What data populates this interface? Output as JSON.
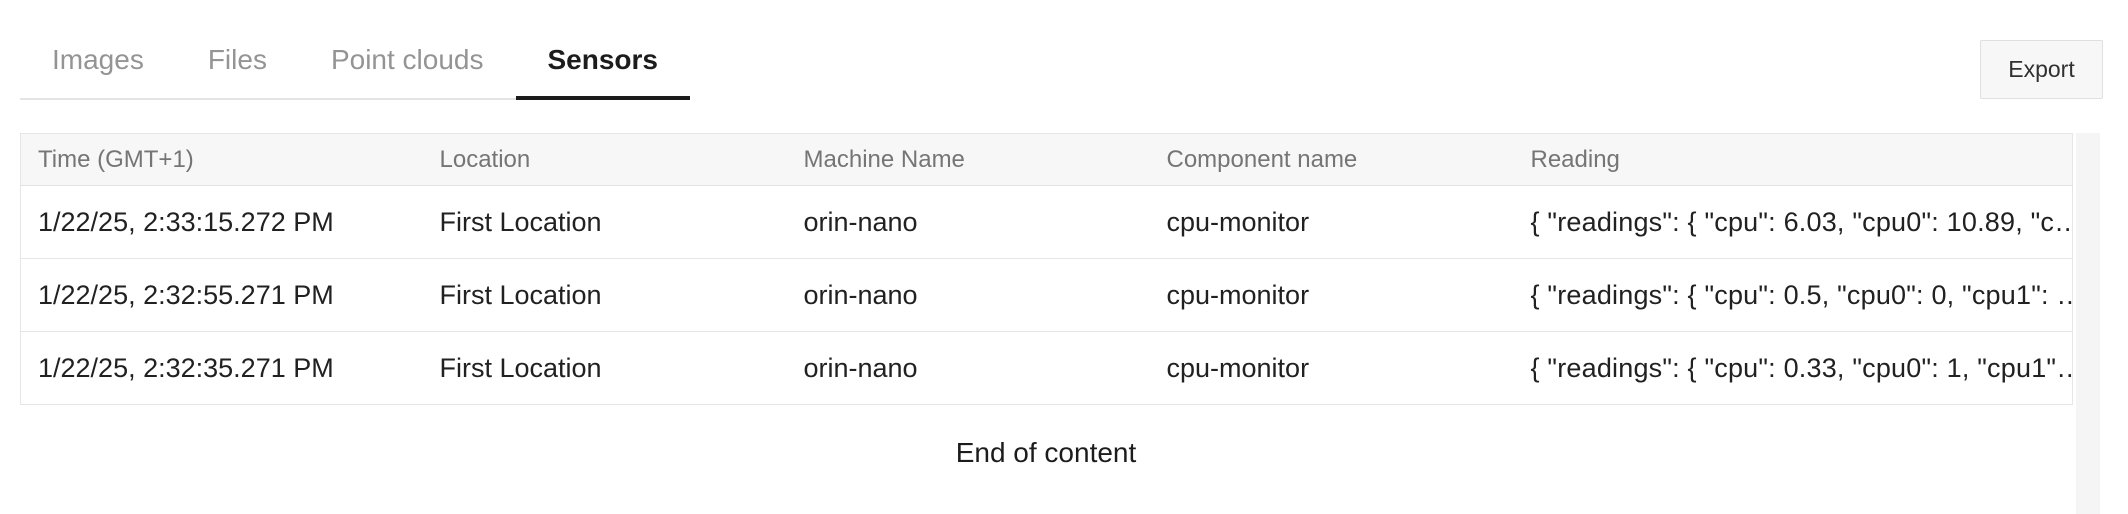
{
  "tabs": {
    "items": [
      {
        "label": "Images",
        "active": false
      },
      {
        "label": "Files",
        "active": false
      },
      {
        "label": "Point clouds",
        "active": false
      },
      {
        "label": "Sensors",
        "active": true
      }
    ]
  },
  "toolbar": {
    "export_label": "Export"
  },
  "table": {
    "columns": [
      "Time (GMT+1)",
      "Location",
      "Machine Name",
      "Component name",
      "Reading"
    ],
    "rows": [
      {
        "time": "1/22/25, 2:33:15.272 PM",
        "location": "First Location",
        "machine": "orin-nano",
        "component": "cpu-monitor",
        "reading": "{ \"readings\": { \"cpu\": 6.03, \"cpu0\": 10.89, \"c…"
      },
      {
        "time": "1/22/25, 2:32:55.271 PM",
        "location": "First Location",
        "machine": "orin-nano",
        "component": "cpu-monitor",
        "reading": "{ \"readings\": { \"cpu\": 0.5, \"cpu0\": 0, \"cpu1\": …"
      },
      {
        "time": "1/22/25, 2:32:35.271 PM",
        "location": "First Location",
        "machine": "orin-nano",
        "component": "cpu-monitor",
        "reading": "{ \"readings\": { \"cpu\": 0.33, \"cpu0\": 1, \"cpu1\"…"
      }
    ]
  },
  "footer": {
    "end_message": "End of content"
  },
  "colors": {
    "active_tab_underline": "#1b1b1b",
    "inactive_tab_text": "#949494",
    "header_background": "#f7f7f8",
    "header_text": "#757575",
    "cell_text": "#212121",
    "border": "#e6e6e6",
    "button_background": "#f7f7f7"
  }
}
